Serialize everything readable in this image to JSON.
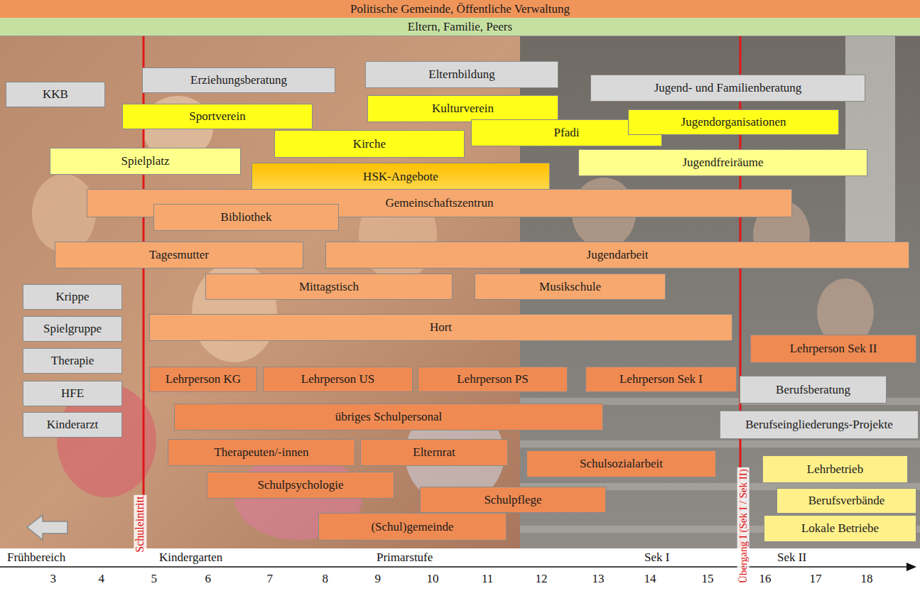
{
  "diagram": {
    "nodes": [
      {
        "text": [
          "Politische Gemeinde, Öffentliche Verwaltung"
        ]
      },
      {
        "text": [
          "Eltern, Familie, Peers"
        ]
      },
      {
        "text": [
          "KKB"
        ]
      },
      {
        "text": [
          "Erziehungsberatung"
        ]
      },
      {
        "text": [
          "Elternbildung"
        ]
      },
      {
        "text": [
          "Jugend- und Familienberatung"
        ]
      },
      {
        "text": [
          "Sportverein"
        ]
      },
      {
        "text": [
          "Kulturverein"
        ]
      },
      {
        "text": [
          "Pfadi"
        ]
      },
      {
        "text": [
          "Jugendorganisationen"
        ]
      },
      {
        "text": [
          "Kirche"
        ]
      },
      {
        "text": [
          "Spielplatz"
        ]
      },
      {
        "text": [
          "HSK-Angebote"
        ]
      },
      {
        "text": [
          "Jugendfreiräume"
        ]
      },
      {
        "text": [
          "Gemeinschaftszentrun"
        ]
      },
      {
        "text": [
          "Bibliothek"
        ]
      },
      {
        "text": [
          "Tagesmutter"
        ]
      },
      {
        "text": [
          "Jugendarbeit"
        ]
      },
      {
        "text": [
          "Mittagstisch"
        ]
      },
      {
        "text": [
          "Musikschule"
        ]
      },
      {
        "text": [
          "Krippe"
        ]
      },
      {
        "text": [
          "Hort"
        ]
      },
      {
        "text": [
          "Spielgruppe"
        ]
      },
      {
        "text": [
          "Lehrperson Sek II"
        ]
      },
      {
        "text": [
          "Therapie"
        ]
      },
      {
        "text": [
          "Lehrperson KG"
        ]
      },
      {
        "text": [
          "Lehrperson US"
        ]
      },
      {
        "text": [
          "Lehrperson PS"
        ]
      },
      {
        "text": [
          "Lehrperson Sek I"
        ]
      },
      {
        "text": [
          "Berufsberatung"
        ]
      },
      {
        "text": [
          "HFE"
        ]
      },
      {
        "text": [
          "übriges Schulpersonal"
        ]
      },
      {
        "text": [
          "Berufseingliederungs-Projekte"
        ]
      },
      {
        "text": [
          "Kinderarzt"
        ]
      },
      {
        "text": [
          "Therapeuten/-innen"
        ]
      },
      {
        "text": [
          "Elternrat"
        ]
      },
      {
        "text": [
          "Schulsozialarbeit"
        ]
      },
      {
        "text": [
          "Lehrbetrieb"
        ]
      },
      {
        "text": [
          "Schulpsychologie"
        ]
      },
      {
        "text": [
          "Schulpflege"
        ]
      },
      {
        "text": [
          "Berufsverbände"
        ]
      },
      {
        "text": [
          "(Schul)gemeinde"
        ]
      },
      {
        "text": [
          "Lokale Betriebe"
        ]
      }
    ],
    "labels": [
      "Schuleintritt",
      "Übergang I (Sek I / Sek II)",
      "Frühbereich",
      "Kindergarten",
      "Primarstufe",
      "Sek I",
      "Sek II",
      "3",
      "4",
      "5",
      "6",
      "7",
      "8",
      "9",
      "10",
      "11",
      "12",
      "13",
      "14",
      "15",
      "16",
      "17",
      "18"
    ]
  }
}
